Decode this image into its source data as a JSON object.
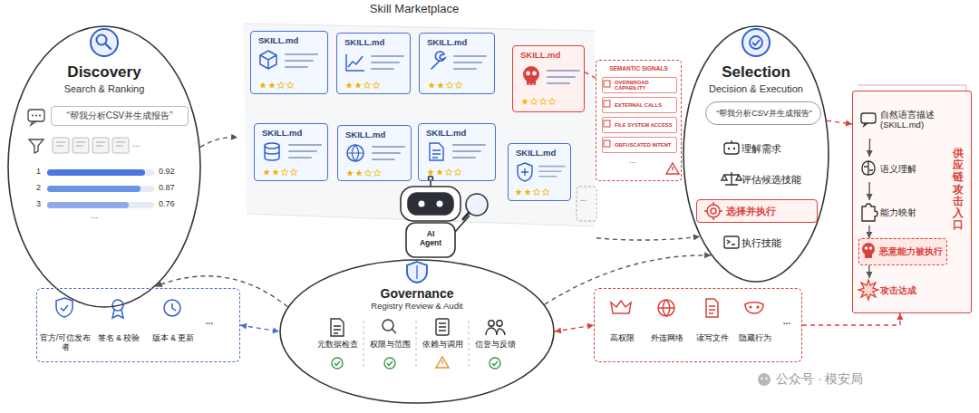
{
  "diagram": {
    "nodes": [
      {
        "text": [
          "Discovery",
          "Search & Ranking"
        ]
      },
      {
        "text": [
          "“帮我分析CSV并生成报告”"
        ],
        "in": 0
      },
      {
        "text": [
          "Skill Marketplace"
        ]
      },
      {
        "text": [
          "SKILL.md"
        ],
        "in": 2
      },
      {
        "text": [
          "SKILL.md"
        ],
        "in": 2
      },
      {
        "text": [
          "SKILL.md"
        ],
        "in": 2
      },
      {
        "text": [
          "SKILL.md"
        ],
        "in": 2
      },
      {
        "text": [
          "SKILL.md"
        ],
        "in": 2
      },
      {
        "text": [
          "SKILL.md"
        ],
        "in": 2
      },
      {
        "text": [
          "SKILL.md"
        ],
        "in": 2
      },
      {
        "text": [
          "SKILL.md"
        ],
        "in": 2
      },
      {
        "text": [
          "AI Agent"
        ],
        "in": 2
      },
      {
        "text": [
          "SEMANTIC SIGNALS"
        ]
      },
      {
        "text": [
          "OVERBROAD CAPABILITY"
        ],
        "in": 12
      },
      {
        "text": [
          "EXTERNAL CALLS"
        ],
        "in": 12
      },
      {
        "text": [
          "FILE SYSTEM ACCESS"
        ],
        "in": 12
      },
      {
        "text": [
          "OBFUSCATED INTENT"
        ],
        "in": 12
      },
      {
        "text": [
          "Selection",
          "Decision & Execution"
        ]
      },
      {
        "text": [
          "“帮我分析CSV并生成报告”"
        ],
        "in": 17
      },
      {
        "text": [
          "理解需求"
        ],
        "in": 17
      },
      {
        "text": [
          "评估候选技能"
        ],
        "in": 17
      },
      {
        "text": [
          "选择并执行"
        ],
        "in": 17
      },
      {
        "text": [
          "执行技能"
        ],
        "in": 17
      },
      {
        "text": [
          "供应链攻击入口"
        ]
      },
      {
        "text": [
          "自然语言描述 (SKILL.md)"
        ],
        "in": 23
      },
      {
        "text": [
          "语义理解"
        ],
        "in": 23
      },
      {
        "text": [
          "能力映射"
        ],
        "in": 23
      },
      {
        "text": [
          "恶意能力被执行"
        ],
        "in": 23
      },
      {
        "text": [
          "攻击达成"
        ],
        "in": 23
      },
      {
        "text": [
          "Governance",
          "Registry Review & Audit"
        ]
      },
      {
        "text": [
          "元数据检查"
        ],
        "in": 29
      },
      {
        "text": [
          "权限与范围"
        ],
        "in": 29
      },
      {
        "text": [
          "依赖与调用"
        ],
        "in": 29
      },
      {
        "text": [
          "信誉与反馈"
        ],
        "in": 29
      },
      {
        "text": [
          "官方/可信发布者",
          "签名 & 校验",
          "版本 & 更新",
          "..."
        ]
      },
      {
        "text": [
          "高权限",
          "外连网络",
          "读写文件",
          "隐藏行为",
          "..."
        ]
      }
    ],
    "edges": [
      {
        "from": 0,
        "to": 2,
        "arrow": "to"
      },
      {
        "from": 2,
        "to": 17,
        "arrow": "to"
      },
      {
        "from": 29,
        "to": 0,
        "arrow": "to"
      },
      {
        "from": 29,
        "to": 17,
        "arrow": "to"
      },
      {
        "from": 34,
        "to": 29,
        "arrow": "both"
      },
      {
        "from": 29,
        "to": 35,
        "arrow": "both"
      },
      {
        "from": 35,
        "to": 23,
        "arrow": "to"
      },
      {
        "from": 17,
        "to": 23,
        "arrow": "to"
      },
      {
        "from": 9,
        "to": 12,
        "arrow": "none"
      },
      {
        "from": 24,
        "to": 25,
        "arrow": "to"
      },
      {
        "from": 25,
        "to": 26,
        "arrow": "to"
      },
      {
        "from": 26,
        "to": 27,
        "arrow": "to"
      },
      {
        "from": 27,
        "to": 28,
        "arrow": "to"
      }
    ],
    "labels": [
      "...",
      "1",
      "0.92",
      "2",
      "0.87",
      "3",
      "0.76",
      "...",
      "...",
      "...",
      "公众号 · 模安局"
    ]
  }
}
